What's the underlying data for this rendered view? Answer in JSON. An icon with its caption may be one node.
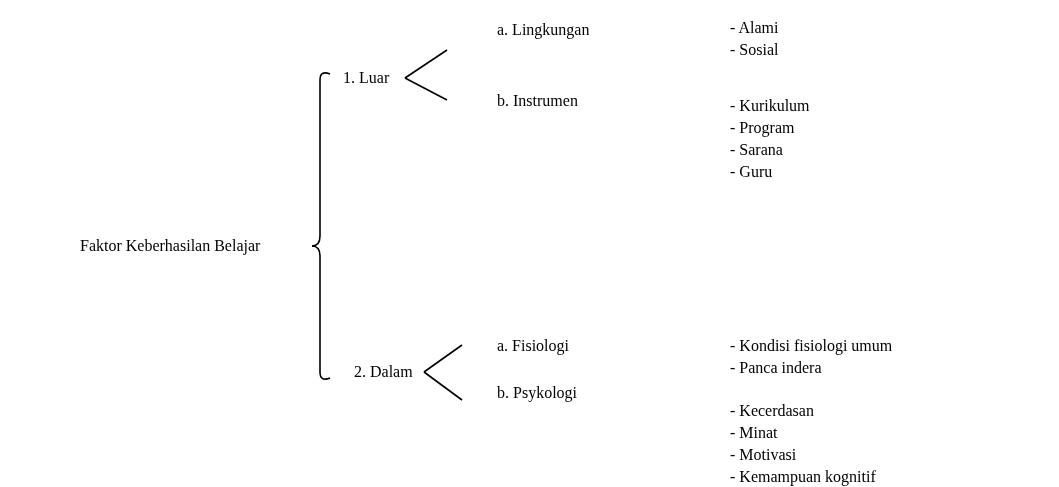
{
  "diagram": {
    "nodes": [
      {
        "text": [
          "Faktor Keberhasilan Belajar"
        ]
      },
      {
        "text": [
          "1. Luar"
        ]
      },
      {
        "text": [
          "2. Dalam"
        ]
      },
      {
        "text": [
          "a. Lingkungan"
        ]
      },
      {
        "text": [
          "b. Instrumen"
        ]
      },
      {
        "text": [
          "a. Fisiologi"
        ]
      },
      {
        "text": [
          "b. Psykologi"
        ]
      }
    ],
    "edges": [
      {
        "from": 0,
        "to": 1,
        "arrow": "none"
      },
      {
        "from": 0,
        "to": 2,
        "arrow": "none"
      },
      {
        "from": 1,
        "to": 3,
        "arrow": "none"
      },
      {
        "from": 1,
        "to": 4,
        "arrow": "none"
      },
      {
        "from": 2,
        "to": 5,
        "arrow": "none"
      },
      {
        "from": 2,
        "to": 6,
        "arrow": "none"
      }
    ],
    "labels": [
      "- Alami",
      "- Sosial",
      "- Kurikulum",
      "- Program",
      "- Sarana",
      "- Guru",
      "- Kondisi fisiologi umum",
      "- Panca indera",
      "- Kecerdasan",
      "- Minat",
      "- Motivasi",
      "- Kemampuan kognitif"
    ]
  }
}
